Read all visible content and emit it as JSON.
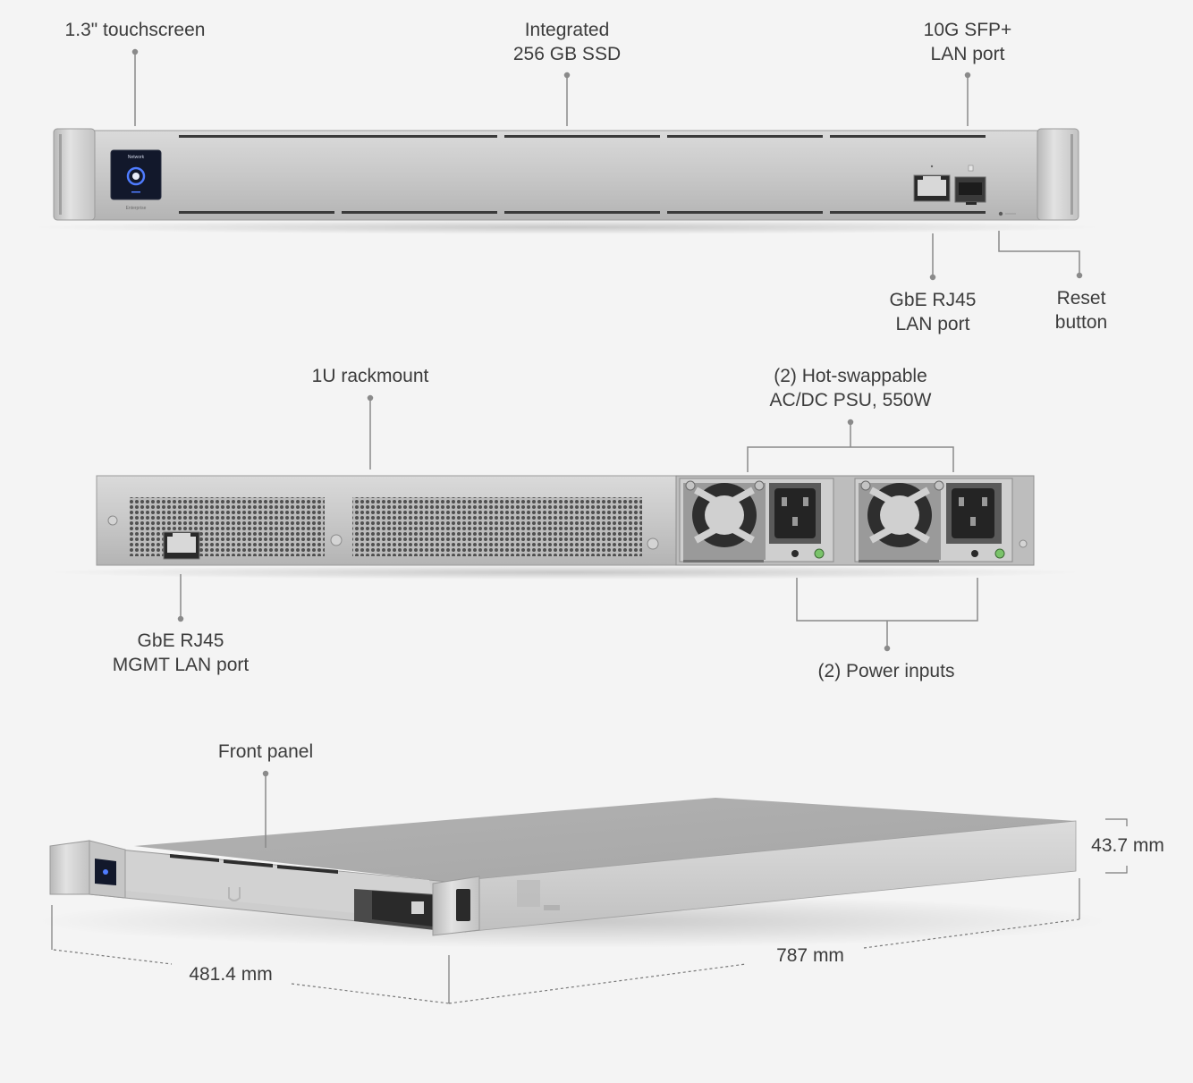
{
  "front_view": {
    "callouts": {
      "touchscreen": [
        "1.3\" touchscreen"
      ],
      "ssd": [
        "Integrated",
        "256 GB SSD"
      ],
      "sfp": [
        "10G SFP+",
        "LAN port"
      ],
      "rj45_lan": [
        "GbE RJ45",
        "LAN port"
      ],
      "reset": [
        "Reset",
        "button"
      ]
    },
    "screen_text": "Network",
    "brand_text": "Enterprise"
  },
  "rear_view": {
    "callouts": {
      "rackmount": [
        "1U rackmount"
      ],
      "psu": [
        "(2) Hot-swappable",
        "AC/DC PSU, 550W"
      ],
      "mgmt": [
        "GbE RJ45",
        "MGMT LAN port"
      ],
      "power": [
        "(2) Power inputs"
      ]
    }
  },
  "iso_view": {
    "callouts": {
      "front_panel": [
        "Front panel"
      ]
    },
    "dimensions": {
      "width": "481.4 mm",
      "depth": "787 mm",
      "height": "43.7 mm"
    }
  },
  "colors": {
    "chassis": "#c9c9c9",
    "chassis_dark": "#a9a9a9",
    "screen": "#12182b",
    "line": "#8a8a8a",
    "text": "#3c3c3c"
  }
}
